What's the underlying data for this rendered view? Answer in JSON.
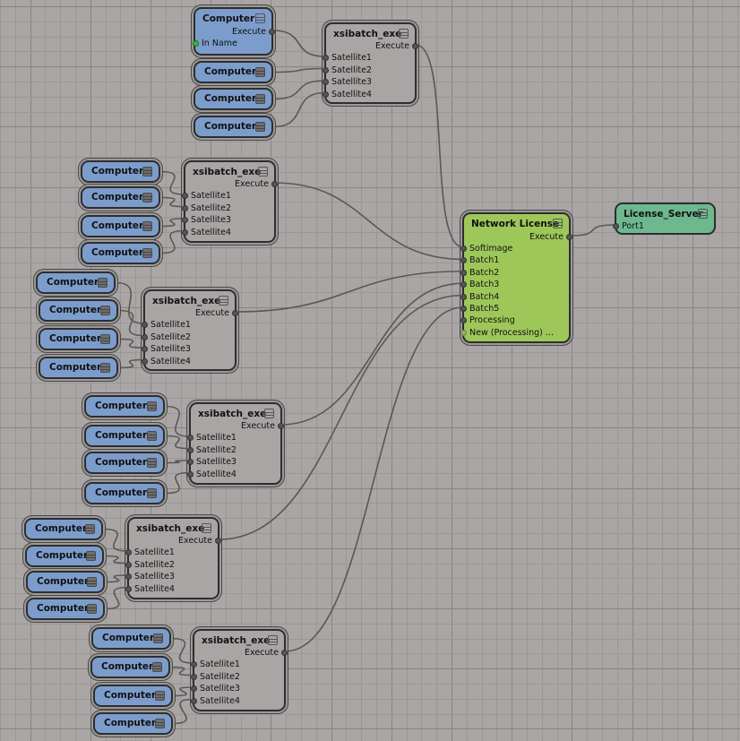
{
  "colors": {
    "background": "#a9a6a5",
    "grid_minor": "#9a9796",
    "grid_major": "#878483",
    "computer_node": "#7c9dcc",
    "batch_node": "#a8a5a4",
    "license_node": "#9ec75a",
    "server_node": "#6db88f",
    "wire": "#5a5857"
  },
  "icons": {
    "node_menu": "node-menu-icon",
    "port": "port-dot-icon"
  },
  "computer_expanded": {
    "title": "Computer",
    "out_port": "Execute",
    "in_port": "In Name"
  },
  "computer_label": "Computer",
  "batch_nodes": [
    {
      "title": "xsibatch_exe",
      "out_port": "Execute",
      "in_ports": [
        "Satellite1",
        "Satellite2",
        "Satellite3",
        "Satellite4"
      ]
    },
    {
      "title": "xsibatch_exe",
      "out_port": "Execute",
      "in_ports": [
        "Satellite1",
        "Satellite2",
        "Satellite3",
        "Satellite4"
      ]
    },
    {
      "title": "xsibatch_exe",
      "out_port": "Execute",
      "in_ports": [
        "Satellite1",
        "Satellite2",
        "Satellite3",
        "Satellite4"
      ]
    },
    {
      "title": "xsibatch_exe",
      "out_port": "Execute",
      "in_ports": [
        "Satellite1",
        "Satellite2",
        "Satellite3",
        "Satellite4"
      ]
    },
    {
      "title": "xsibatch_exe",
      "out_port": "Execute",
      "in_ports": [
        "Satellite1",
        "Satellite2",
        "Satellite3",
        "Satellite4"
      ]
    },
    {
      "title": "xsibatch_exe",
      "out_port": "Execute",
      "in_ports": [
        "Satellite1",
        "Satellite2",
        "Satellite3",
        "Satellite4"
      ]
    }
  ],
  "network_license": {
    "title": "Network License",
    "out_port": "Execute",
    "in_ports": [
      "Softimage",
      "Batch1",
      "Batch2",
      "Batch3",
      "Batch4",
      "Batch5",
      "Processing",
      "New (Processing) ..."
    ]
  },
  "license_server": {
    "title": "License_Server",
    "in_port": "Port1"
  }
}
